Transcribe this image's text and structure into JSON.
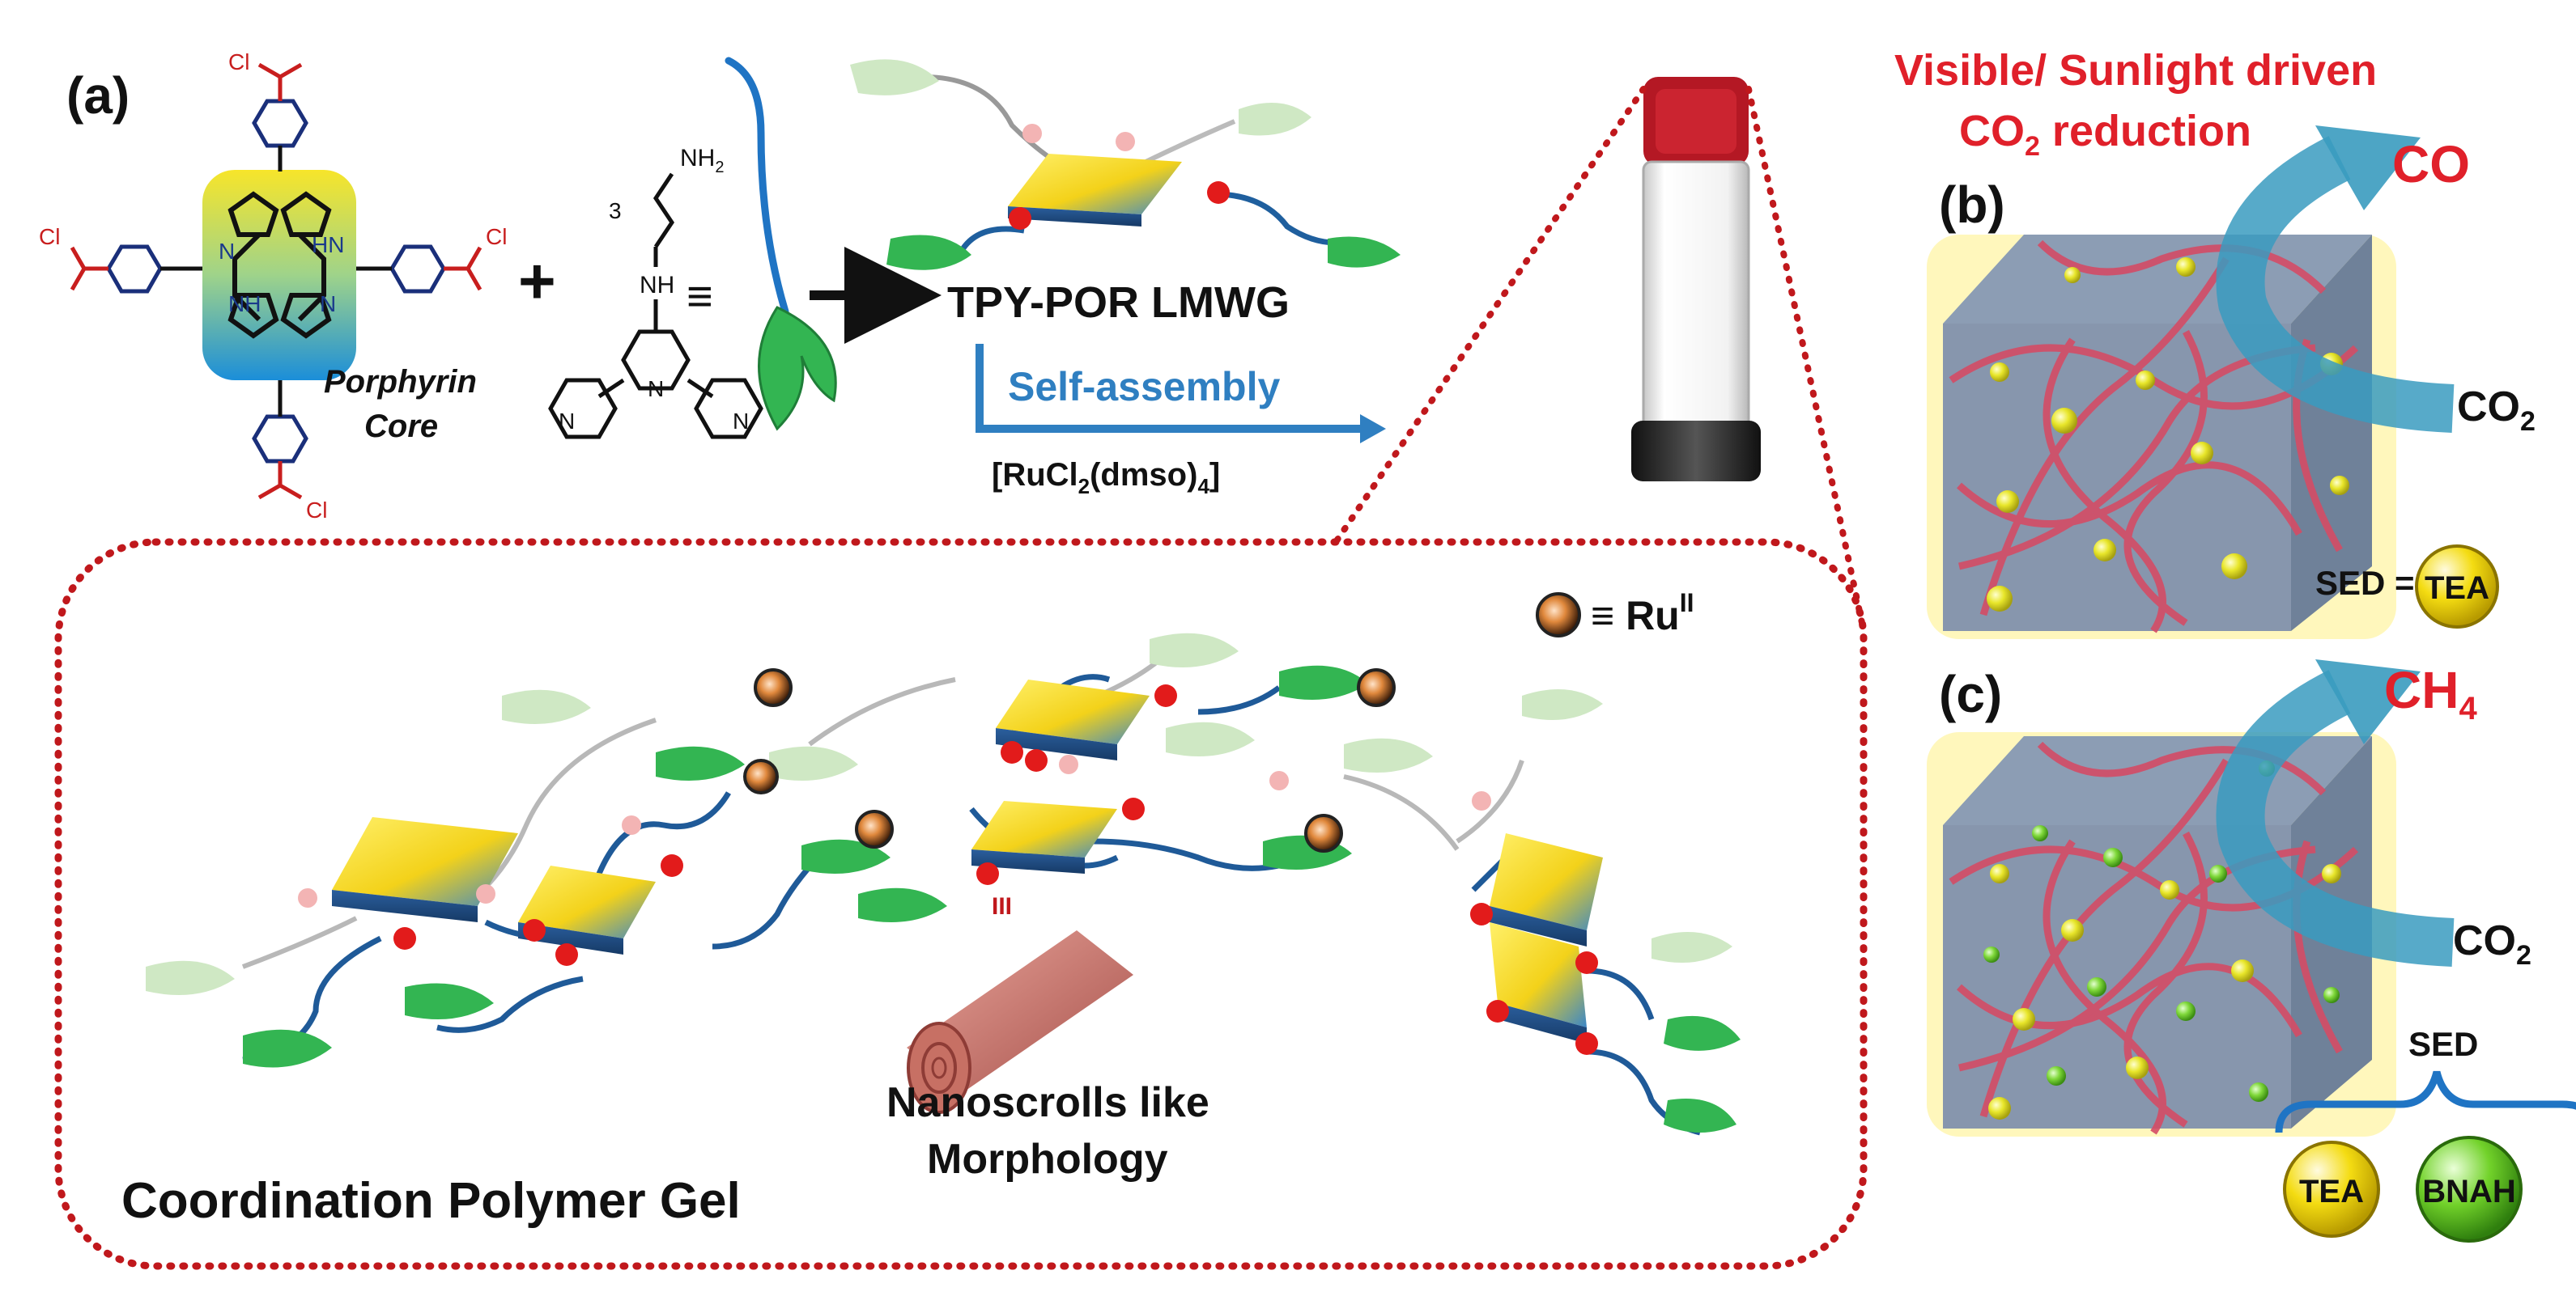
{
  "panel_labels": {
    "a": "(a)",
    "b": "(b)",
    "c": "(c)"
  },
  "porphyrin": {
    "substituent": "Cl",
    "nh_top": "HN",
    "nh_bottom": "NH",
    "n_left": "N",
    "n_right": "N",
    "core_label_line1": "Porphyrin",
    "core_label_line2": "Core"
  },
  "linker": {
    "plus": "+",
    "amine_top": "NH",
    "amine_top_sub": "2",
    "amine_mid": "NH",
    "chain_index": "3",
    "n_center": "N",
    "n_left": "N",
    "n_right": "N",
    "equiv": "≡"
  },
  "reaction": {
    "product_label": "TPY-POR LMWG",
    "process_label": "Self-assembly",
    "reagent_prefix": "[RuCl",
    "reagent_sub1": "2",
    "reagent_mid": "(dmso)",
    "reagent_sub2": "4",
    "reagent_suffix": "]"
  },
  "title": {
    "line1": "Visible/ Sunlight driven",
    "line2_prefix": "CO",
    "line2_sub": "2",
    "line2_suffix": " reduction"
  },
  "panel_b": {
    "product": "CO",
    "reactant_prefix": "CO",
    "reactant_sub": "2",
    "sed_label": "SED =",
    "sed_agent": "TEA"
  },
  "panel_c": {
    "product_prefix": "CH",
    "product_sub": "4",
    "reactant_prefix": "CO",
    "reactant_sub": "2",
    "sed_label": "SED",
    "sed_agent_1": "TEA",
    "sed_agent_2": "BNAH"
  },
  "gel": {
    "legend_equiv": "≡ Ru",
    "legend_sup": "II",
    "morph_line1": "Nanoscrolls like",
    "morph_line2": "Morphology",
    "morph_marker": "III",
    "caption": "Coordination Polymer Gel"
  },
  "colors": {
    "title_red": "#e0202a",
    "gel_border": "#c0181c",
    "arrow_blue": "#2f7fc1",
    "teal_arrow": "#3a9bbf",
    "fiber_pink": "#d9566e",
    "leaf_green": "#33b552",
    "leaf_light": "#cfe8c4",
    "link_dot": "#e21b1b",
    "por_yellow": "#f7df24",
    "por_blue": "#1c6fb5",
    "tea_yellow": "#f2da10",
    "bnah_green": "#6fd02c"
  }
}
